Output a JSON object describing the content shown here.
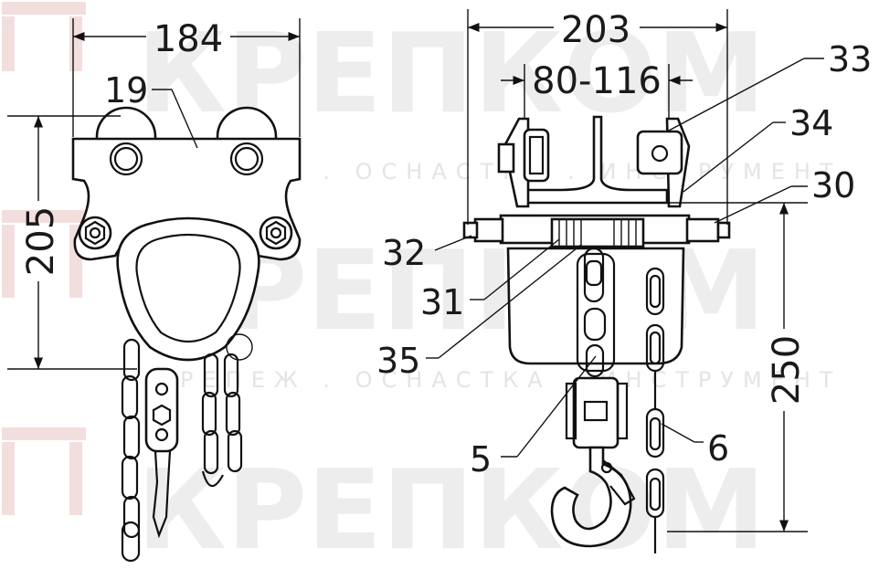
{
  "watermark": {
    "brand": "КРЕПКОМ",
    "tagline": "КРЕПЕЖ . ОСНАСТКА . ИНСТРУМЕНТ"
  },
  "dimensions": {
    "width_front": "184",
    "height_front": "205",
    "width_side": "203",
    "flange_range": "80-116",
    "height_side": "250"
  },
  "callouts": {
    "c19": "19",
    "c33": "33",
    "c34": "34",
    "c30": "30",
    "c32": "32",
    "c31": "31",
    "c35": "35",
    "c5": "5",
    "c6": "6"
  }
}
